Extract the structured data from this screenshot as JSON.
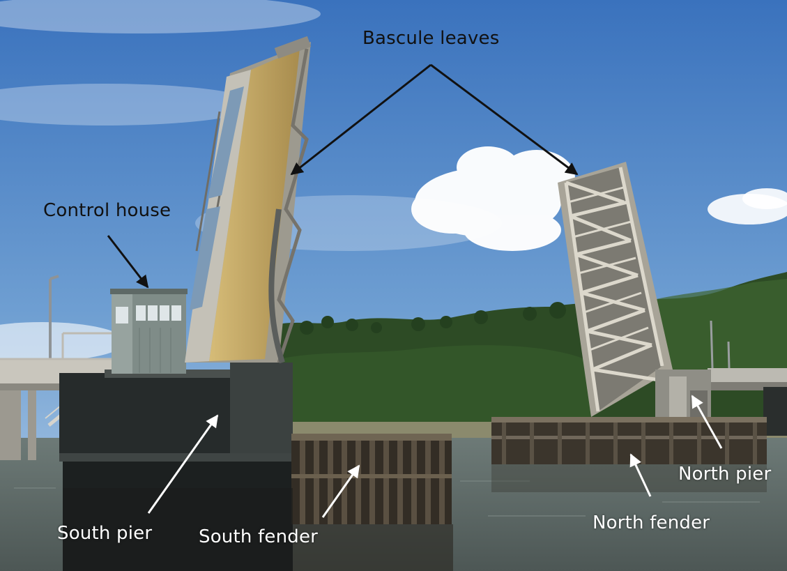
{
  "labels": {
    "bascule_leaves": "Bascule leaves",
    "control_house": "Control house",
    "south_pier": "South pier",
    "south_fender": "South fender",
    "north_fender": "North fender",
    "north_pier": "North pier"
  },
  "colors": {
    "sky_top": "#3f78c0",
    "sky_bottom": "#a9c8e6",
    "forest": "#2c4a24",
    "water": "#5f6d6a",
    "steel": "#b9b4a6",
    "leaf_deck": "#c9a860",
    "pier": "#1f2424",
    "control_house": "#7d8a86",
    "dark_label": "#111111",
    "light_label": "#ffffff"
  }
}
